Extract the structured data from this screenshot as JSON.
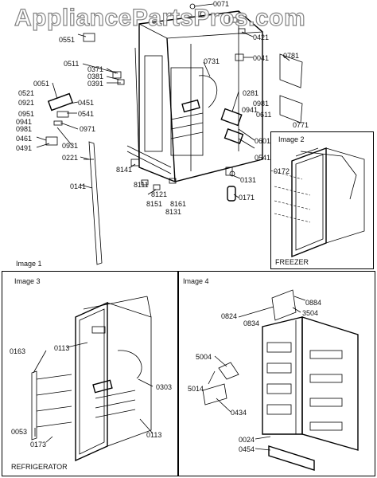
{
  "watermark": "AppliancePartsPros.com",
  "panels": {
    "image1": {
      "caption": "Image 1"
    },
    "image2": {
      "caption": "Image 2",
      "section": "FREEZER"
    },
    "image3": {
      "caption": "Image 3",
      "section": "REFRIGERATOR"
    },
    "image4": {
      "caption": "Image 4"
    }
  },
  "part_numbers": {
    "p0071": "0071",
    "p0421": "0421",
    "p0041": "0041",
    "p0781": "0781",
    "p0551": "0551",
    "p0511": "0511",
    "p0371": "0371",
    "p0381": "0381",
    "p0391": "0391",
    "p0731": "0731",
    "p0281": "0281",
    "p0051": "0051",
    "p0521": "0521",
    "p0921": "0921",
    "p0451": "0451",
    "p0951": "0951",
    "p0541a": "0541",
    "p0941a": "0941",
    "p0981a": "0981",
    "p0971": "0971",
    "p0461": "0461",
    "p0491": "0491",
    "p0931": "0931",
    "p0221": "0221",
    "p0981b": "0981",
    "p0941b": "0941",
    "p0611": "0611",
    "p0771": "0771",
    "p0601": "0601",
    "p0541b": "0541",
    "p8141": "8141",
    "p8111": "8111",
    "p0141": "0141",
    "p8121": "8121",
    "p8151": "8151",
    "p8161": "8161",
    "p8131": "8131",
    "p0131": "0131",
    "p0171": "0171",
    "p0172": "0172",
    "p0163": "0163",
    "p0113a": "0113",
    "p0303": "0303",
    "p0113b": "0113",
    "p0053": "0053",
    "p0173": "0173",
    "p0884": "0884",
    "p3504": "3504",
    "p0824": "0824",
    "p0834": "0834",
    "p5004": "5004",
    "p5014": "5014",
    "p0434": "0434",
    "p0024": "0024",
    "p0454": "0454"
  }
}
